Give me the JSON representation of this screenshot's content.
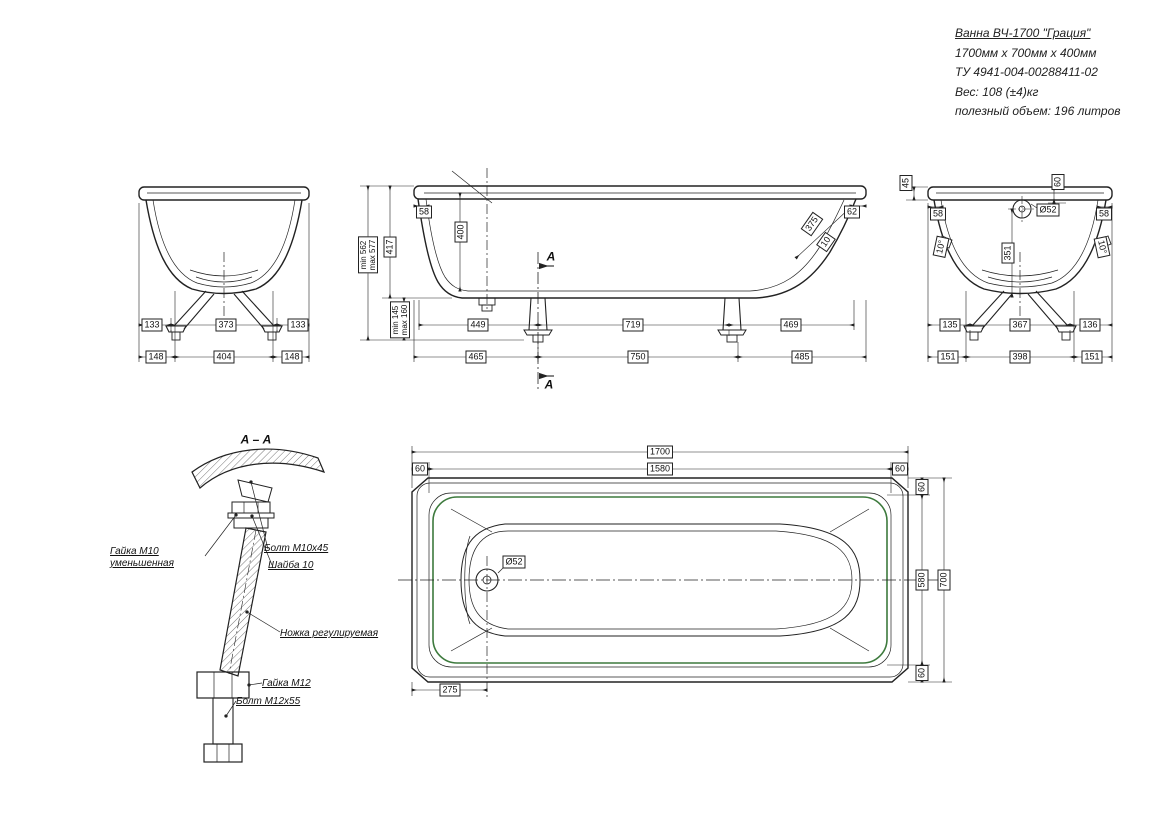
{
  "colors": {
    "line": "#1c1c1c",
    "green": "#3d7a3d",
    "background": "#ffffff"
  },
  "title_block": {
    "product": "Ванна ВЧ-1700 \"Грация\"",
    "dimensions": "1700мм х 700мм х 400мм",
    "standard": "ТУ 4941-004-00288411-02",
    "weight": "Вес: 108 (±4)кг",
    "volume": "полезный объем: 196 литров"
  },
  "front_view": {
    "dim_feet_left": "133",
    "dim_feet_span": "373",
    "dim_feet_right": "133",
    "dim_base_left": "148",
    "dim_base_width": "404",
    "dim_base_right": "148"
  },
  "side_view": {
    "dim_rim_left": "58",
    "dim_depth_inner": "400",
    "dim_depth_outer": "417",
    "dim_height_min": "min 562",
    "dim_height_max": "max 577",
    "dim_foot_min": "min 145",
    "dim_foot_max": "max 160",
    "dim_rim_right": "62",
    "dim_slope": "375",
    "dim_slope_extra": "10",
    "dim_row1_left": "449",
    "dim_row1_mid": "719",
    "dim_row1_right": "469",
    "dim_row2_left": "465",
    "dim_row2_mid": "750",
    "dim_row2_right": "485",
    "section_label_top": "А",
    "section_label_bottom": "А"
  },
  "end_view": {
    "dim_rim_height": "45",
    "dim_60": "60",
    "drain_diameter": "Ø52",
    "dim_rim_left": "58",
    "dim_rim_right": "58",
    "dim_drain_height": "351",
    "dim_draft_left": "10°",
    "dim_draft_right": "10°",
    "dim_row1_left": "135",
    "dim_row1_mid": "367",
    "dim_row1_right": "136",
    "dim_row2_left": "151",
    "dim_row2_mid": "398",
    "dim_row2_right": "151"
  },
  "section_detail": {
    "title": "А – А",
    "label_nut_m10_line1": "Гайка М10",
    "label_nut_m10_line2": "уменьшенная",
    "label_bolt_m10": "Болт М10х45",
    "label_washer": "Шайба 10",
    "label_leg": "Ножка регулируемая",
    "label_nut_m12": "Гайка М12",
    "label_bolt_m12": "Болт М12х55"
  },
  "plan_view": {
    "dim_length_outer": "1700",
    "dim_length_inner": "1580",
    "dim_rim_top_left": "60",
    "dim_rim_top_right": "60",
    "dim_rim_right_top": "60",
    "dim_width_inner": "580",
    "dim_width_outer": "700",
    "dim_rim_right_bottom": "60",
    "dim_drain_offset": "275",
    "drain_diameter": "Ø52"
  }
}
